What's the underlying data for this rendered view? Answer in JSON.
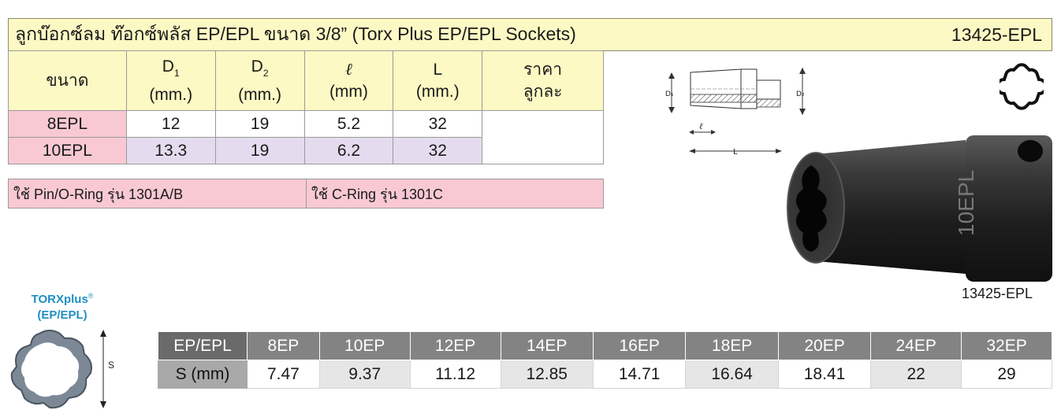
{
  "title": {
    "text": "ลูกบ๊อกซ์ลม ท๊อกซ์พลัส EP/EPL ขนาด 3/8” (Torx Plus EP/EPL Sockets)",
    "code": "13425-EPL"
  },
  "spec_table": {
    "headers": {
      "size": "ขนาด",
      "d1": "D",
      "d1_sub": "1",
      "d1_unit": "(mm.)",
      "d2": "D",
      "d2_sub": "2",
      "d2_unit": "(mm.)",
      "l_small": "ℓ",
      "l_small_unit": "(mm)",
      "l_big": "L",
      "l_big_unit": "(mm.)",
      "price": "ราคา",
      "price_sub": "ลูกละ"
    },
    "rows": [
      {
        "size": "8EPL",
        "d1": "12",
        "d2": "19",
        "l_small": "5.2",
        "l_big": "32",
        "price": ""
      },
      {
        "size": "10EPL",
        "d1": "13.3",
        "d2": "19",
        "l_small": "6.2",
        "l_big": "32",
        "price": ""
      }
    ]
  },
  "notes": {
    "pin_ring": "ใช้ Pin/O-Ring รุ่น 1301A/B",
    "c_ring": "ใช้ C-Ring รุ่น 1301C"
  },
  "diagram": {
    "d1": "D₁",
    "d2": "D₂",
    "l_small": "ℓ",
    "l_big": "L"
  },
  "photo": {
    "caption": "13425-EPL",
    "engraving": "10EPL"
  },
  "torx": {
    "brand": "TORXplus",
    "reg": "®",
    "subtitle": "(EP/EPL)",
    "dimension": "S"
  },
  "size_table": {
    "top_label": "EP/EPL",
    "bottom_label": "S (mm)",
    "sizes": [
      "8EP",
      "10EP",
      "12EP",
      "14EP",
      "16EP",
      "18EP",
      "20EP",
      "24EP",
      "32EP"
    ],
    "s_values": [
      "7.47",
      "9.37",
      "11.12",
      "12.85",
      "14.71",
      "16.64",
      "18.41",
      "22",
      "29"
    ]
  },
  "colors": {
    "title_bg": "#fdf9c4",
    "size_cell_bg": "#f9c9d3",
    "alt_row_bg": "#e4dcee",
    "torx_blue": "#1f8fc3",
    "table_gray": "#838384"
  }
}
